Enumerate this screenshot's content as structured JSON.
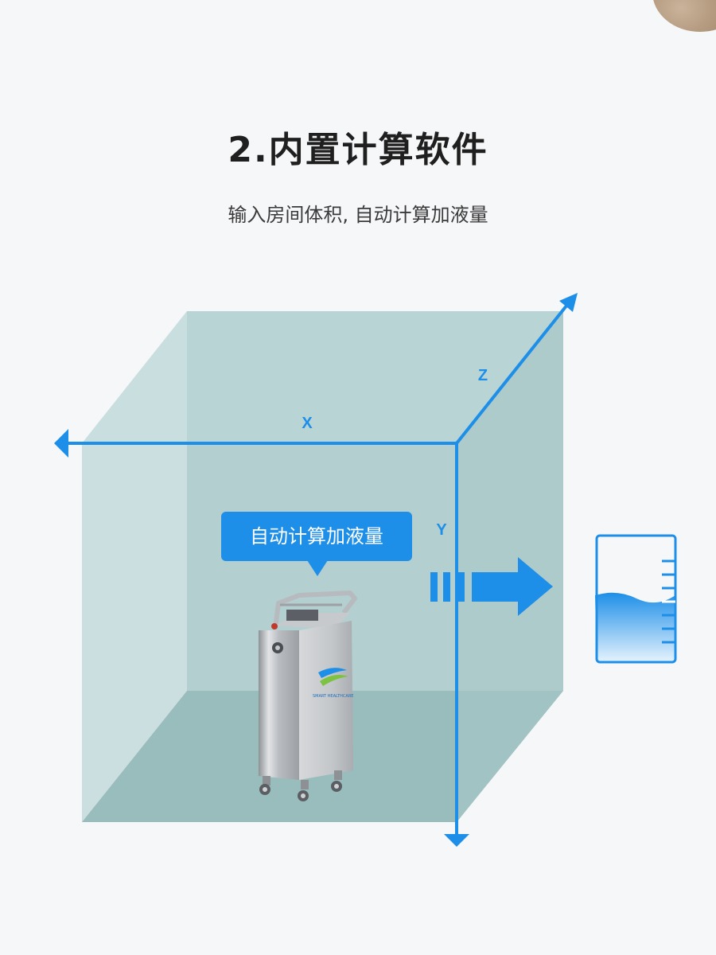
{
  "header": {
    "title": "2.内置计算软件",
    "subtitle": "输入房间体积, 自动计算加液量"
  },
  "diagram": {
    "axis_x_label": "X",
    "axis_y_label": "Y",
    "axis_z_label": "Z",
    "callout_text": "自动计算加液量",
    "device_logo_text": "SMART HEALTHCARE"
  },
  "colors": {
    "accent_blue": "#1e8fe8",
    "room_wall": "#b3cfd0",
    "room_floor": "#99bcbd",
    "title_text": "#1f1f1f"
  }
}
